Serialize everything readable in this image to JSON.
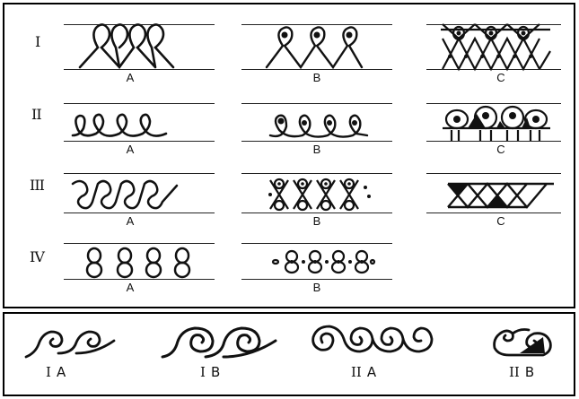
{
  "rows": [
    {
      "numeral": "I",
      "labels": [
        "A",
        "B",
        "C"
      ]
    },
    {
      "numeral": "II",
      "labels": [
        "A",
        "B",
        "C"
      ]
    },
    {
      "numeral": "III",
      "labels": [
        "A",
        "B",
        "C"
      ]
    },
    {
      "numeral": "IV",
      "labels": [
        "A",
        "B"
      ]
    }
  ],
  "bottom": [
    {
      "numeral": "I",
      "letter": "A"
    },
    {
      "numeral": "I",
      "letter": "B"
    },
    {
      "numeral": "II",
      "letter": "A"
    },
    {
      "numeral": "II",
      "letter": "B"
    }
  ]
}
